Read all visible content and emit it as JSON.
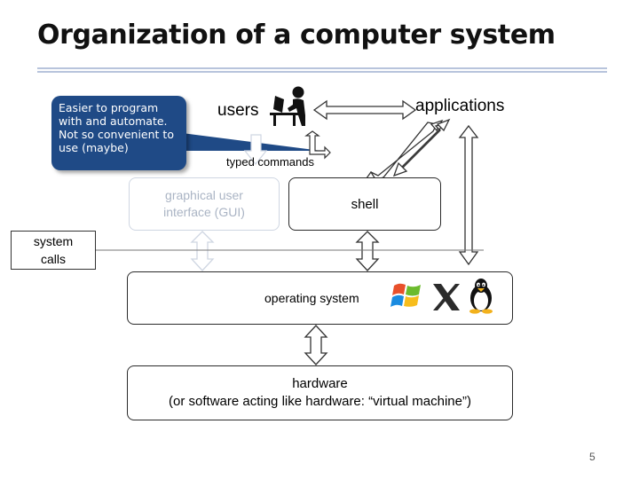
{
  "title": "Organization of a computer system",
  "callout": {
    "lines": [
      "Easier to program",
      "with and automate.",
      "Not so convenient to",
      "use (maybe)"
    ]
  },
  "diagram": {
    "users": "users",
    "applications": "applications",
    "typed_commands": "typed commands",
    "gui": [
      "graphical user",
      "interface (GUI)"
    ],
    "shell": "shell",
    "system_calls": [
      "system",
      "calls"
    ],
    "operating_system": "operating system",
    "hardware": [
      "hardware",
      "(or software acting like hardware: “virtual machine”)"
    ]
  },
  "icons": [
    "person-at-computer-icon",
    "windows-logo-icon",
    "x-window-logo-icon",
    "tux-penguin-icon"
  ],
  "colors": {
    "callout_bg": "#1f4a86",
    "faded": "#cfd6e2",
    "rule": "#b8c4dc"
  },
  "page_number": "5"
}
